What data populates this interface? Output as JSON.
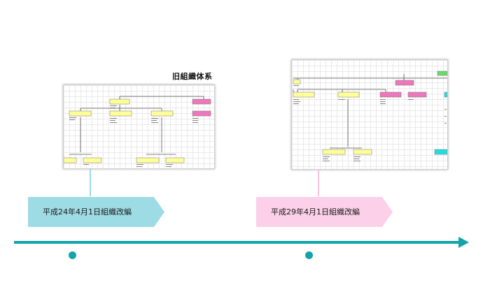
{
  "old_system_title": "旧組織体系",
  "milestones": [
    {
      "label": "平成24年4月1日組織改編",
      "color": "#9edce5"
    },
    {
      "label": "平成29年4月1日組織改編",
      "color": "#fbd0e8"
    }
  ],
  "colors": {
    "timeline": "#14a3aa",
    "node_yellow": "#ffff99",
    "node_pink": "#ee77bb",
    "node_green": "#66dd66",
    "node_cyan": "#22dddd"
  }
}
